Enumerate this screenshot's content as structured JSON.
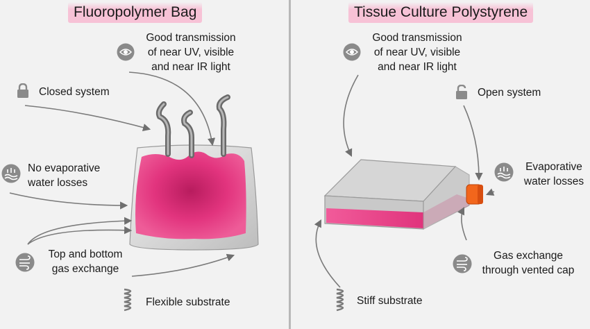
{
  "left": {
    "title": "Fluoropolymer Bag",
    "labels": {
      "transmission": [
        "Good transmission",
        "of near UV, visible",
        "and near IR light"
      ],
      "closed": "Closed system",
      "no_evap": [
        "No evaporative",
        "water losses"
      ],
      "gas": [
        "Top and bottom",
        "gas exchange"
      ],
      "substrate": "Flexible substrate"
    }
  },
  "right": {
    "title": "Tissue Culture Polystyrene",
    "labels": {
      "transmission": [
        "Good transmission",
        "of near UV, visible",
        "and near IR light"
      ],
      "open": "Open system",
      "evap": [
        "Evaporative",
        "water losses"
      ],
      "gas": [
        "Gas exchange",
        "through vented cap"
      ],
      "substrate": "Stiff substrate"
    }
  },
  "colors": {
    "pink": "#e8317a",
    "cap": "#f2661c",
    "divider": "#b8b8b8",
    "arrow": "#7a7a7a",
    "icon_bg": "#8a8a8a"
  },
  "icons": [
    "eye-icon",
    "lock-icon",
    "water-drops-icon",
    "wind-icon",
    "spring-icon"
  ]
}
